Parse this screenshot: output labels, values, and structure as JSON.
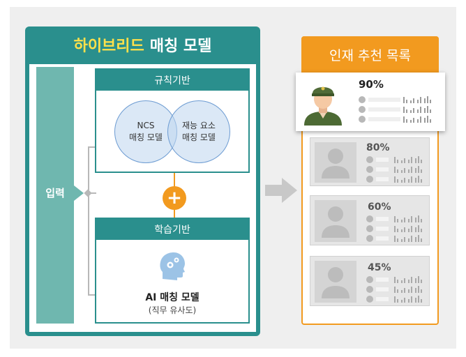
{
  "model": {
    "title_highlight": "하이브리드",
    "title_rest": "매칭 모델",
    "input_label": "입력",
    "rule_card": {
      "title": "규칙기반",
      "left_circle_line1": "NCS",
      "left_circle_line2": "매칭 모델",
      "right_circle_line1": "재능 요소",
      "right_circle_line2": "매칭 모델"
    },
    "combine_symbol": "+",
    "learn_card": {
      "title": "학습기반",
      "ai_title": "AI 매칭 모델",
      "ai_subtitle": "(직무 유사도)"
    }
  },
  "recommend": {
    "title": "인재 추천 목록",
    "candidates": [
      {
        "percent": "90%"
      },
      {
        "percent": "80%"
      },
      {
        "percent": "60%"
      },
      {
        "percent": "45%"
      }
    ]
  },
  "colors": {
    "teal": "#2a8f8d",
    "teal_light": "#6fb7af",
    "orange": "#f29a1f",
    "highlight": "#ffe14a"
  },
  "icons": [
    "head-gears-icon",
    "soldier-avatar-icon",
    "person-placeholder-icon",
    "mini-bar-chart-icon",
    "right-arrow-icon"
  ]
}
